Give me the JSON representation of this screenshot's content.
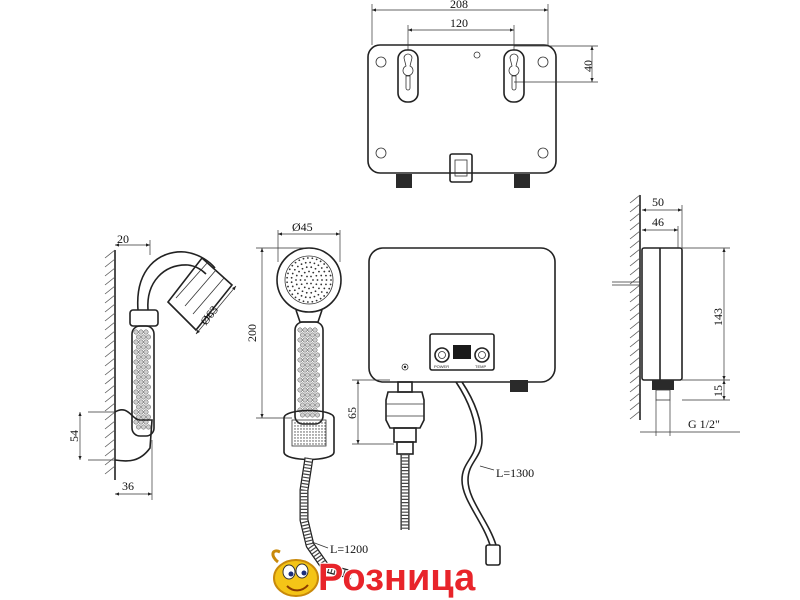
{
  "dimensions": {
    "top_width": "208",
    "top_mount_spacing": "120",
    "top_mount_height": "40",
    "wall_offset": "20",
    "bracket_height": "54",
    "bracket_depth": "36",
    "head_diameter": "Ø45",
    "head_side_diameter": "Ø63",
    "handset_length": "200",
    "hose_length": "L=1200",
    "fitting_length": "65",
    "cable_length": "L=1300",
    "side_depth_outer": "50",
    "side_depth_inner": "46",
    "side_height": "143",
    "side_pipe_height": "15",
    "thread_size": "G 1/2\""
  },
  "panel": {
    "power_label": "POWER",
    "temp_label": "TEMP"
  },
  "logo": {
    "text": "Розница",
    "colors": {
      "fill": "#e8242a",
      "outline": "#ffffff",
      "mascot": "#f4c417"
    }
  }
}
